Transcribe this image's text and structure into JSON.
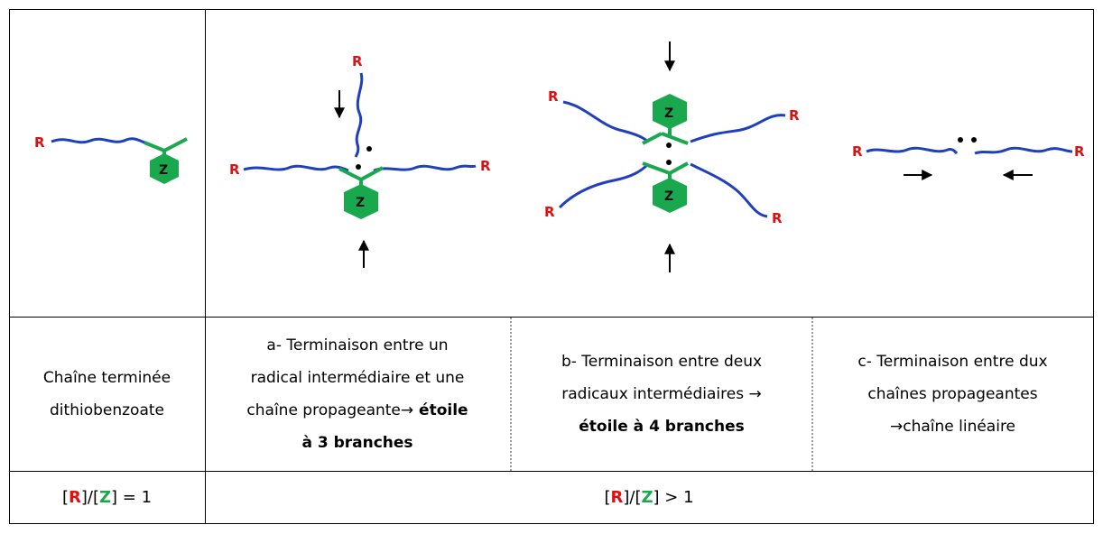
{
  "diagram": {
    "labels": {
      "r": "R",
      "z": "Z"
    },
    "colors": {
      "chain": "#1f3fbf",
      "r_end": "#e01010",
      "z_group": "#1aa84f",
      "arrow": "#000000"
    }
  },
  "cells": {
    "dithiobenzoate": {
      "line1": "Chaîne terminée",
      "line2": "dithiobenzoate"
    },
    "a": {
      "line1": "a- Terminaison entre un",
      "line2": "radical intermédiaire et une",
      "line3_text": "chaîne propageante",
      "line3_arrow": "→",
      "line3_bold": " étoile",
      "line4_bold": "à 3 branches"
    },
    "b": {
      "line1": "b- Terminaison entre deux",
      "line2_text": "radicaux intermédiaires ",
      "line2_arrow": "→",
      "line3_bold": "étoile à 4 branches"
    },
    "c": {
      "line1": "c- Terminaison entre dux",
      "line2": "chaînes propageantes",
      "line3_arrow": "→",
      "line3_text": "chaîne linéaire"
    }
  },
  "ratios": {
    "left": {
      "open1": "[",
      "r": "R",
      "mid": "]/[",
      "z": "Z",
      "close": "] = 1"
    },
    "right": {
      "open1": "[",
      "r": "R",
      "mid": "]/[",
      "z": "Z",
      "close": "] > 1"
    }
  }
}
